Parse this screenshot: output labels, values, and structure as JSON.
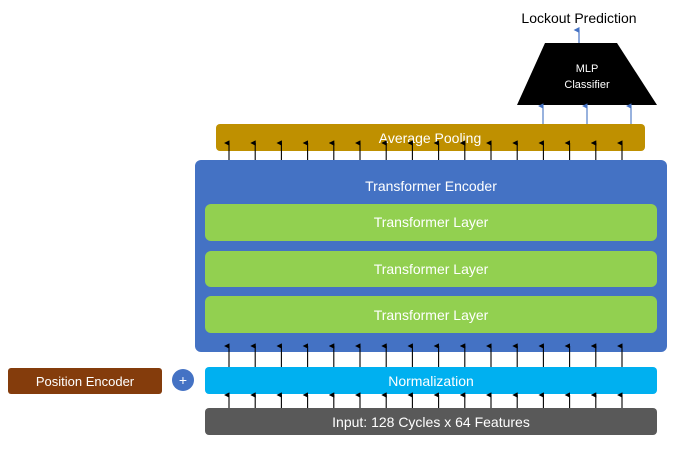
{
  "title": "Lockout Prediction",
  "classifier": {
    "line1": "MLP",
    "line2": "Classifier"
  },
  "pooling": "Average Pooling",
  "encoder": {
    "title": "Transformer Encoder",
    "layers": [
      "Transformer Layer",
      "Transformer Layer",
      "Transformer Layer"
    ]
  },
  "normalization": "Normalization",
  "position_encoder": "Position Encoder",
  "plus": "+",
  "input": "Input: 128 Cycles x 64 Features",
  "colors": {
    "pooling": "#bf9000",
    "encoder": "#4472c4",
    "layer": "#92d050",
    "normalization": "#00b0f0",
    "input": "#595959",
    "position_encoder": "#843c0c",
    "plus": "#4472c4",
    "classifier": "#000000",
    "arrow_blue": "#4472c4"
  }
}
